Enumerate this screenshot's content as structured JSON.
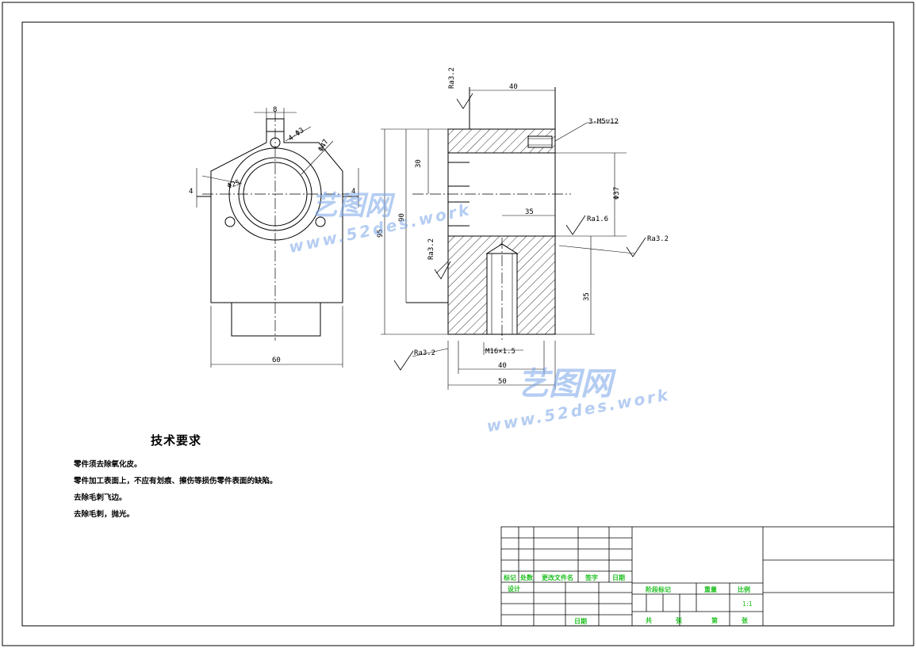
{
  "drawing": {
    "dims_front": {
      "top_width": "8",
      "bolt_hole": "4-Φ3",
      "outer_dia": "Φ47",
      "inner_dia": "Φ25",
      "left_offset": "4",
      "right_offset": "4",
      "width": "60"
    },
    "dims_section": {
      "top_len": "40",
      "thread_callout": "3-M5▽12",
      "ra_top": "Ra3.2",
      "h30": "30",
      "h90": "90",
      "h95": "95",
      "dia37": "Φ37",
      "len35": "35",
      "ra16": "Ra1.6",
      "ra32_right": "Ra3.2",
      "ra32_left": "Ra3.2",
      "h35": "35",
      "ra32_bottom": "Ra3.2",
      "thread": "M16×1.5",
      "len40": "40",
      "len50": "50"
    }
  },
  "watermark": {
    "brand": "艺图网",
    "url": "www.52des.work"
  },
  "notes": {
    "title": "技术要求",
    "items": [
      "零件须去除氧化皮。",
      "零件加工表面上，不应有划痕、擦伤等损伤零件表面的缺陷。",
      "去除毛刺飞边。",
      "去除毛刺，抛光。"
    ]
  },
  "title_block": {
    "mark": "标记",
    "count": "处数",
    "doc": "更改文件名",
    "sign": "签字",
    "date": "日期",
    "design": "设计",
    "date2": "日期",
    "stage": "阶段标记",
    "weight": "重量",
    "scale": "比例",
    "scale_value": "1:1",
    "total": "共",
    "sheet": "张",
    "page": "第",
    "sheet2": "张"
  }
}
